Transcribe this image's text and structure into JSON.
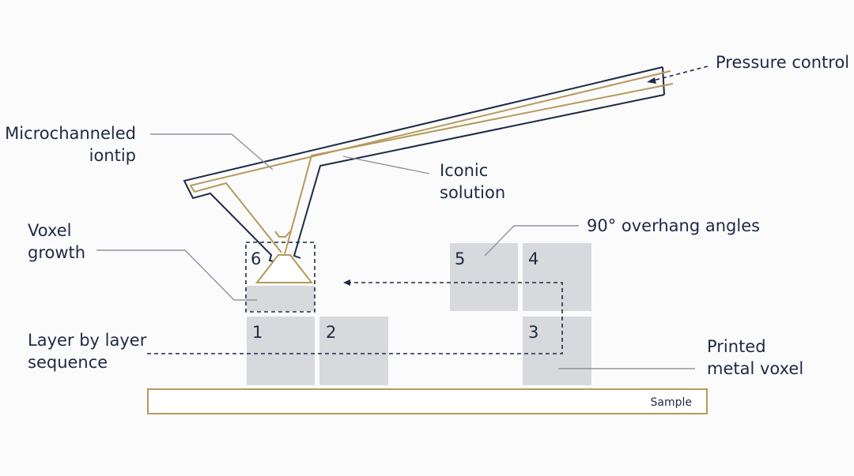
{
  "labels": {
    "pressure_control": "Pressure control",
    "microchanneled_line1": "Microchanneled",
    "microchanneled_line2": "iontip",
    "iconic_line1": "Iconic",
    "iconic_line2": "solution",
    "voxel_growth_line1": "Voxel",
    "voxel_growth_line2": "growth",
    "overhang": "90° overhang angles",
    "layer_line1": "Layer by layer",
    "layer_line2": "sequence",
    "printed_line1": "Printed",
    "printed_line2": "metal voxel",
    "sample": "Sample"
  },
  "voxel_numbers": [
    "1",
    "2",
    "3",
    "4",
    "5",
    "6"
  ],
  "colors": {
    "navy": "#1e2a44",
    "gold": "#b69a5c",
    "voxel_gray": "#d7d9dc",
    "leader_gray": "#8d949e"
  }
}
